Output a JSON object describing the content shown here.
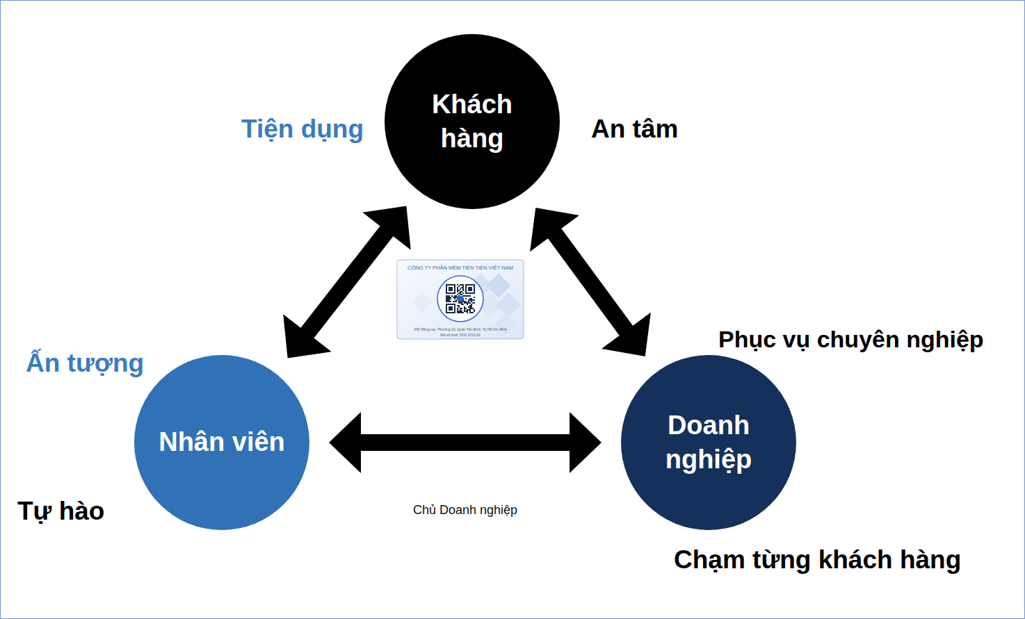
{
  "diagram": {
    "nodes": [
      {
        "text": [
          "Khách hàng"
        ]
      },
      {
        "text": [
          "Nhân viên"
        ]
      },
      {
        "text": [
          "Doanh nghiệp"
        ]
      }
    ],
    "edges": [
      {
        "from": 0,
        "to": 1,
        "arrow": "both"
      },
      {
        "from": 0,
        "to": 2,
        "arrow": "both"
      },
      {
        "from": 1,
        "to": 2,
        "arrow": "both",
        "label": "Chủ Doanh nghiệp"
      }
    ],
    "labels": [
      "Tiện dụng",
      "An tâm",
      "CÔNG TY PHẦN MỀM TIẾN TIẾN VIỆT NAM",
      "305 Hồng Lạc, Phường 10, Quận Tân Bình, Tp Hồ Chí Minh",
      "Mã số thuế: 0311 0711 62",
      "Phục vụ chuyên nghiệp",
      "Ấn tượng",
      "Tự hào",
      "Chạm từng khách hàng"
    ]
  }
}
